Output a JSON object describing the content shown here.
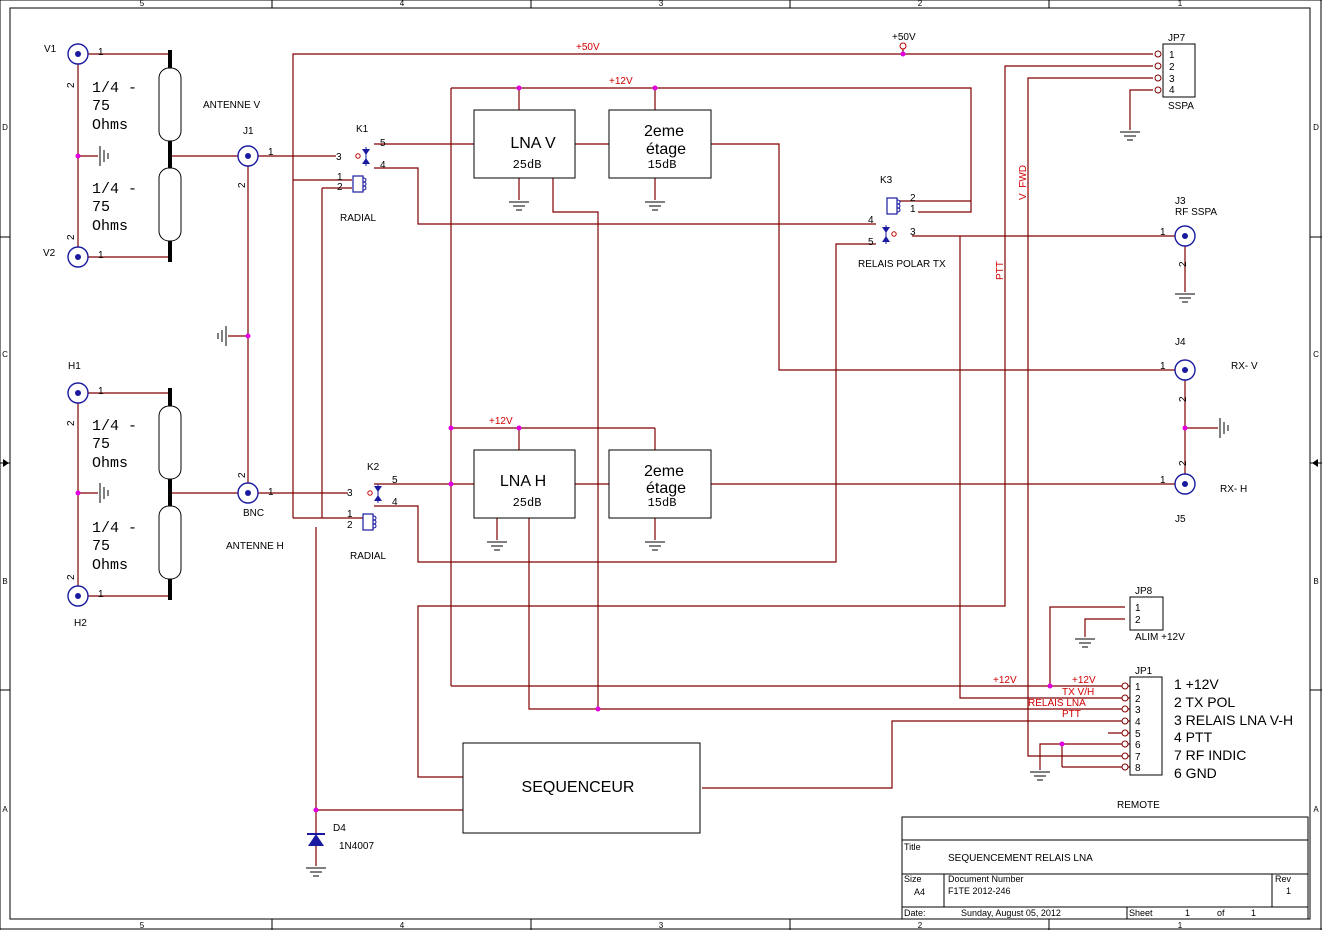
{
  "frame": {
    "cols_top": [
      "5",
      "4",
      "3",
      "2",
      "1"
    ],
    "rows_left": [
      "D",
      "C",
      "B",
      "A"
    ]
  },
  "coax": {
    "upper": [
      "1/4 -",
      "75",
      "Ohms"
    ],
    "lower": [
      "1/4 -",
      "75",
      "Ohms"
    ],
    "pin1": "1",
    "pin2": "2"
  },
  "connectors": {
    "v1": "V1",
    "v2": "V2",
    "h1": "H1",
    "h2": "H2",
    "j1": "J1",
    "bnc": "BNC",
    "j3": "J3",
    "j3_label": "RF SSPA",
    "j4": "J4",
    "j4_label": "RX- V",
    "j5": "J5",
    "j5_label": "RX- H"
  },
  "antennas": {
    "v": "ANTENNE  V",
    "h": "ANTENNE H"
  },
  "relays": {
    "k1": "K1",
    "k2": "K2",
    "k3": "K3",
    "radial": "RADIAL",
    "polar": "RELAIS POLAR TX",
    "p1": "1",
    "p2": "2",
    "p3": "3",
    "p4": "4",
    "p5": "5"
  },
  "blocks": {
    "lna_v": "LNA V",
    "lna_v_gain": "25dB",
    "stage_v_1": "2eme",
    "stage_v_2": "étage",
    "stage_v_gain": "15dB",
    "lna_h": "LNA H",
    "lna_h_gain": "25dB",
    "stage_h_1": "2eme",
    "stage_h_2": "étage",
    "stage_h_gain": "15dB",
    "sequencer": "SEQUENCEUR"
  },
  "nets": {
    "p50": "+50V",
    "p12": "+12V",
    "vfwd": "V_FWD",
    "ptt": "PTT",
    "txvh": "TX V/H",
    "relais_lna": "RELAIS LNA"
  },
  "jp7": {
    "ref": "JP7",
    "name": "SSPA",
    "pins": [
      "1",
      "2",
      "3",
      "4"
    ]
  },
  "jp8": {
    "ref": "JP8",
    "name": "ALIM +12V",
    "pins": [
      "1",
      "2"
    ]
  },
  "jp1": {
    "ref": "JP1",
    "name": "REMOTE",
    "pins": [
      "1",
      "2",
      "3",
      "4",
      "5",
      "6",
      "7",
      "8"
    ],
    "legend": [
      "1 +12V",
      "2 TX POL",
      "3 RELAIS LNA V-H",
      "4 PTT",
      "7 RF INDIC",
      "6 GND"
    ]
  },
  "diode": {
    "ref": "D4",
    "part": "1N4007"
  },
  "titleblock": {
    "title_label": "Title",
    "title": "SEQUENCEMENT RELAIS LNA",
    "size_label": "Size",
    "size": "A4",
    "docnum_label": "Document Number",
    "docnum": "F1TE 2012-246",
    "rev_label": "Rev",
    "rev": "1",
    "date_label": "Date:",
    "date": "Sunday, August 05, 2012",
    "sheet_label": "Sheet",
    "sheet": "1",
    "of_label": "of",
    "sheets": "1"
  }
}
